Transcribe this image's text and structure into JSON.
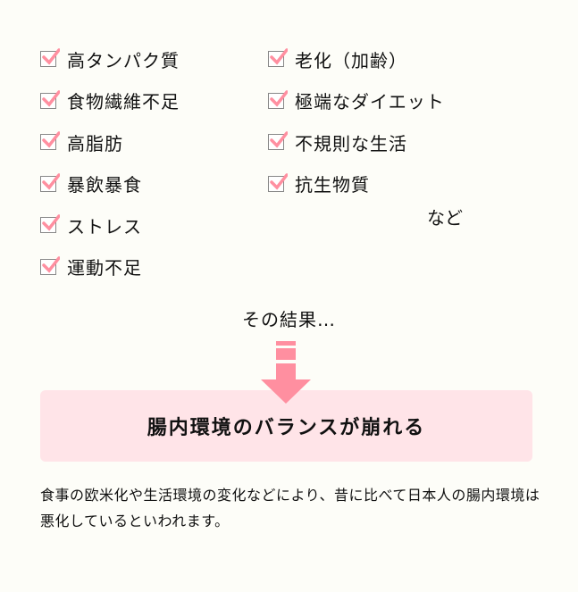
{
  "causes_left": [
    "高タンパク質",
    "食物繊維不足",
    "高脂肪",
    "暴飲暴食",
    "ストレス",
    "運動不足"
  ],
  "causes_right": [
    "老化（加齢）",
    "極端なダイエット",
    "不規則な生活",
    "抗生物質"
  ],
  "etc": "など",
  "result_label": "その結果…",
  "conclusion": "腸内環境のバランスが崩れる",
  "paragraph": "食事の欧米化や生活環境の変化などにより、昔に比べて日本人の腸内環境は悪化しているといわれます。",
  "colors": {
    "accent": "#ff8fa0",
    "box": "#ffe4e8",
    "background": "#fdfdf8"
  }
}
